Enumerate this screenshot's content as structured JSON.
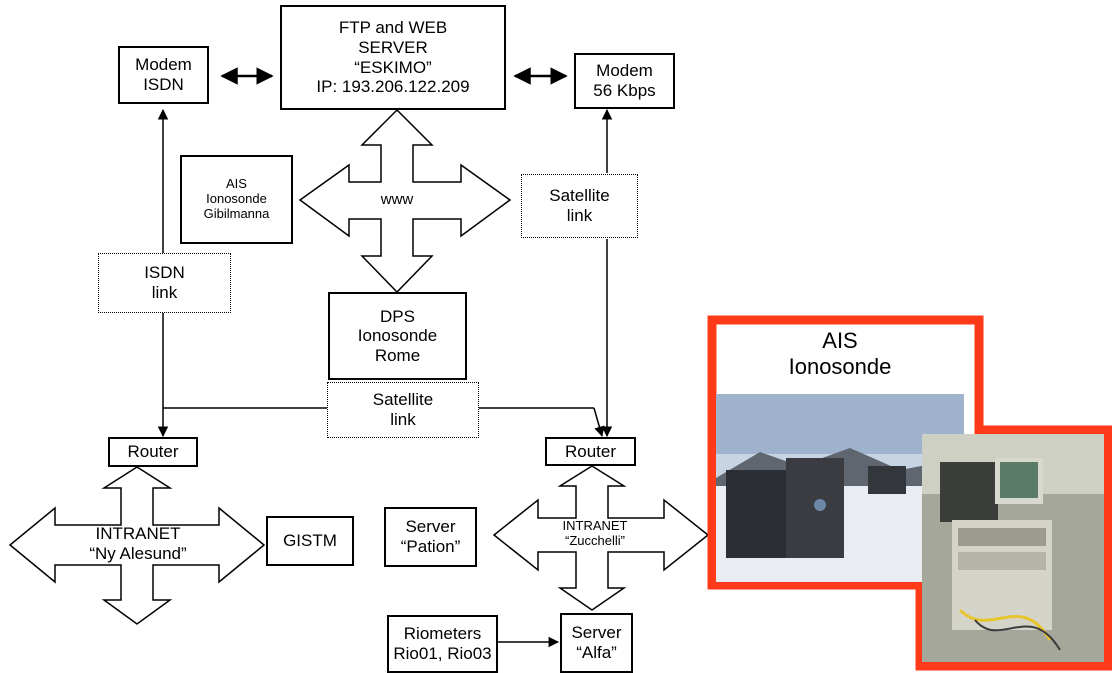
{
  "server": {
    "line1": "FTP and WEB",
    "line2": "SERVER",
    "line3": "“ESKIMO”",
    "line4": "IP: 193.206.122.209"
  },
  "modem_isdn": {
    "line1": "Modem",
    "line2": "ISDN"
  },
  "modem_56k": {
    "line1": "Modem",
    "line2": "56 Kbps"
  },
  "ais_gibilmanna": {
    "line1": "AIS",
    "line2": "Ionosonde",
    "line3": "Gibilmanna"
  },
  "www_label": "www",
  "satellite_link_top": {
    "line1": "Satellite",
    "line2": "link"
  },
  "isdn_link": {
    "line1": "ISDN",
    "line2": "link"
  },
  "dps_rome": {
    "line1": "DPS",
    "line2": "Ionosonde",
    "line3": "Rome"
  },
  "satellite_link_mid": {
    "line1": "Satellite",
    "line2": "link"
  },
  "router_left": "Router",
  "router_right": "Router",
  "intranet_left": {
    "line1": "INTRANET",
    "line2": "“Ny Alesund”"
  },
  "gistm": "GISTM",
  "server_pation": {
    "line1": "Server",
    "line2": "“Pation”"
  },
  "intranet_right": {
    "line1": "INTRANET",
    "line2": "“Zucchelli”"
  },
  "riometers": {
    "line1": "Riometers",
    "line2": "Rio01, Rio03"
  },
  "server_alfa": {
    "line1": "Server",
    "line2": "“Alfa”"
  },
  "photo_panel": {
    "line1": "AIS",
    "line2": "Ionosonde",
    "frame_color": "#ff3a1a"
  }
}
